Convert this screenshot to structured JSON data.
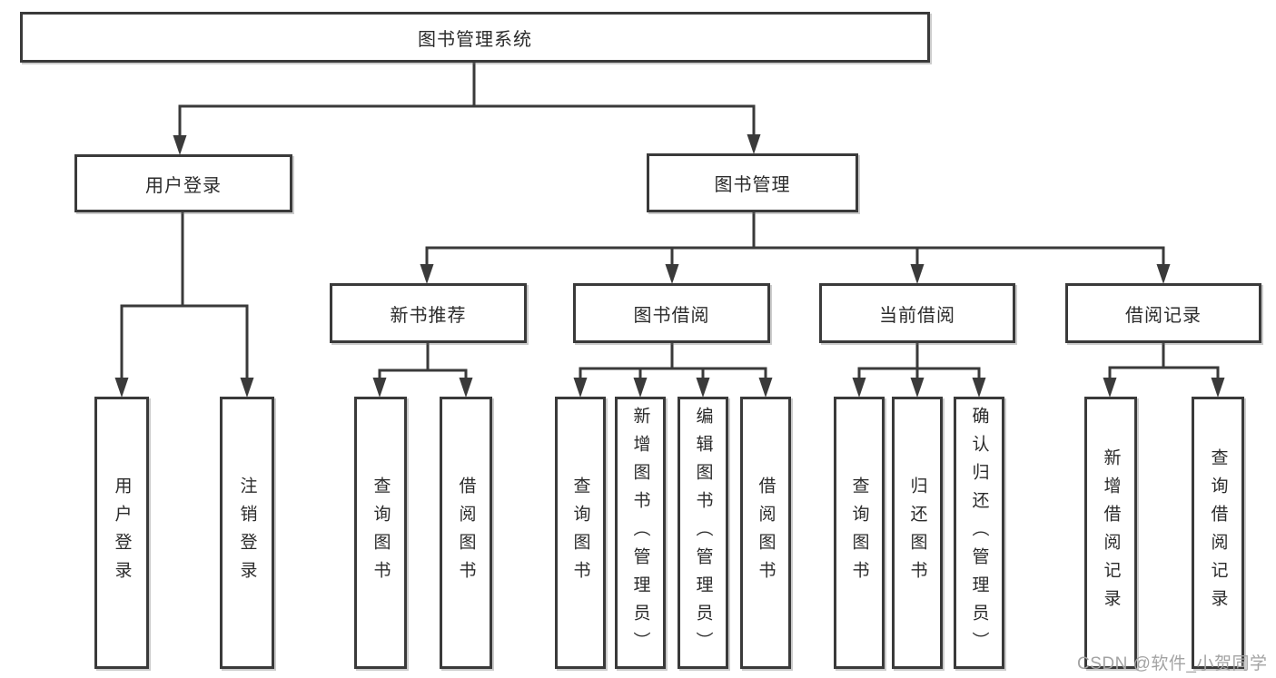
{
  "tree": {
    "label": "图书管理系统",
    "children": [
      {
        "label": "用户登录",
        "children": [
          {
            "label": "用户登录"
          },
          {
            "label": "注销登录"
          }
        ]
      },
      {
        "label": "图书管理",
        "children": [
          {
            "label": "新书推荐",
            "children": [
              {
                "label": "查询图书"
              },
              {
                "label": "借阅图书"
              }
            ]
          },
          {
            "label": "图书借阅",
            "children": [
              {
                "label": "查询图书"
              },
              {
                "label": "新增图书（管理员）"
              },
              {
                "label": "编辑图书（管理员）"
              },
              {
                "label": "借阅图书"
              }
            ]
          },
          {
            "label": "当前借阅",
            "children": [
              {
                "label": "查询图书"
              },
              {
                "label": "归还图书"
              },
              {
                "label": "确认归还（管理员）"
              }
            ]
          },
          {
            "label": "借阅记录",
            "children": [
              {
                "label": "新增借阅记录"
              },
              {
                "label": "查询借阅记录"
              }
            ]
          }
        ]
      }
    ]
  },
  "watermark": "CSDN @软件_小贺同学",
  "colors": {
    "line": "#3a3a3a",
    "box_border": "#3a3a3a",
    "text": "#2b2b2b",
    "watermark": "#a3a3a3",
    "background": "#ffffff"
  }
}
